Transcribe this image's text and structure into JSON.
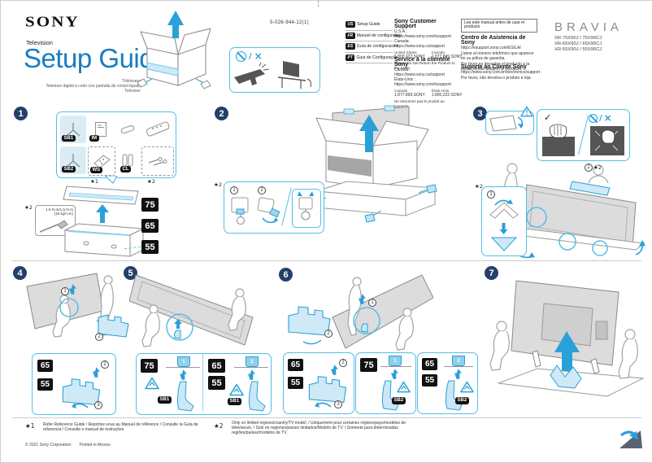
{
  "colors": {
    "title_blue": "#177cc0",
    "accent_cyan": "#2aa0d8",
    "cyan_light": "#cfe9f6",
    "step_circle_navy": "#23406b",
    "badge_black": "#111111"
  },
  "header": {
    "brand": "SONY",
    "product_line": "Television",
    "title": "Setup Guide",
    "subtitle1": "Téléviseur",
    "subtitle2": "Televisor digital a color con pantalla de cristal líquido",
    "subtitle3": "Televisor",
    "part_number": "5-026-944-12(1)",
    "bravia": "BRAVIA",
    "models": [
      "XR-75X90J / 75X90CJ",
      "XR-65X90J / 65X90CJ",
      "XR-55X90J / 55X90CJ"
    ]
  },
  "languages": [
    {
      "code": "US",
      "label": "Setup Guide"
    },
    {
      "code": "FR",
      "label": "Manuel de configuration"
    },
    {
      "code": "ES",
      "label": "Guía de configuración"
    },
    {
      "code": "PT",
      "label": "Guia de Configuração"
    }
  ],
  "support_en": {
    "title": "Sony Customer Support",
    "r1": "U.S.A.:",
    "r2": "https://www.sony.com/tvsupport",
    "r3": "Canada:",
    "r4": "https://www.sony.ca/support",
    "p1l": "United States",
    "p1v": "1.800.222.SONY",
    "p2l": "Canada",
    "p2v": "1.877.899.SONY",
    "note": "Please Do Not Return the Product to the Store"
  },
  "support_fr": {
    "title": "Service à la clientèle Sony",
    "r1": "Canada :",
    "r2": "https://www.sony.ca/support",
    "r3": "États-Unis :",
    "r4": "https://www.sony.com/tvsupport",
    "p1l": "Canada",
    "p1v": "1.877.899.SONY",
    "p2l": "États-Unis",
    "p2v": "1.800.222.SONY",
    "note": "Ne retournez pas le produit au magasin"
  },
  "support_es": {
    "notice": "Lea este manual antes de usar el producto",
    "title": "Centro de Asistencia de Sony",
    "url": "https://esupport.sony.com/ES/LA/",
    "t1": "Llame al número telefónico que aparece en su póliza de garantía.",
    "t2": "Por favor no devuelva el producto a la tienda donde adquirió el producto."
  },
  "support_pt": {
    "title": "Suporte ao Cliente Sony",
    "url": "https://www.sony.com.br/electronics/support",
    "t1": "Por favor, não devolva o produto à loja"
  },
  "steps": {
    "n1": "1",
    "n2": "2",
    "n3": "3",
    "n4": "4",
    "n5": "5",
    "n6": "6",
    "n7": "7"
  },
  "sizes": {
    "s75": "75",
    "s65": "65",
    "s55": "55"
  },
  "parts": {
    "sb1": "SB1",
    "sb2": "SB2",
    "im": "IM",
    "ws": "WS",
    "cl": "CL"
  },
  "marks": {
    "star1": "★1",
    "star2": "★2",
    "c1": "1",
    "c2": "2",
    "c3": "3",
    "slash": "/",
    "check": "✓",
    "cross": "×"
  },
  "notes": {
    "torque_line1": "1.5 N·m/1.5 N·m",
    "torque_line2": "{15 kgf·cm}"
  },
  "footer": {
    "star1_text": "Refer Reference Guide / Reportez-vous au Manuel de référence / Consulte la Guía de referencia / Consulte o manual de instruções",
    "star2_text": "Only on limited regions/country/TV model. / Uniquement pour certaines régions/pays/modèles de téléviseurs. / Solo en regiones/países limitados/Modelo de TV. / Somente para determinadas regiões/países/modelos de TV.",
    "copyright1": "© 2021 Sony Corporation",
    "copyright2": "Printed in Mexico"
  }
}
